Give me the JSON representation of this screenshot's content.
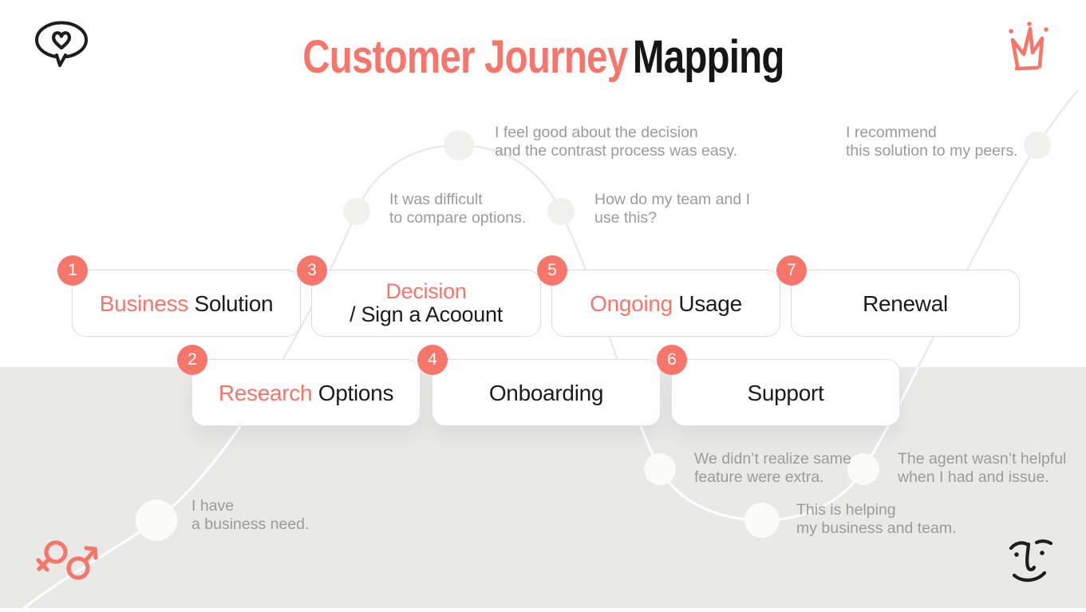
{
  "title": {
    "accent": "Customer Journey",
    "rest": "Mapping"
  },
  "colors": {
    "accent": "#F7766B",
    "text_dark": "#1C1C1A",
    "quote_gray": "#9B9B99",
    "bg_lower": "#E9E9E8",
    "wave_on_white": "#EAEAE8",
    "wave_on_gray": "#FFFFFF"
  },
  "stages": [
    {
      "num": "1",
      "accent": "Business",
      "rest": " Solution"
    },
    {
      "num": "2",
      "accent": "Research",
      "rest": " Options"
    },
    {
      "num": "3",
      "accent": "Decision",
      "rest": "/ Sign a Acoount"
    },
    {
      "num": "4",
      "accent": "",
      "rest": "Onboarding"
    },
    {
      "num": "5",
      "accent": "Ongoing",
      "rest": " Usage"
    },
    {
      "num": "6",
      "accent": "",
      "rest": "Support"
    },
    {
      "num": "7",
      "accent": "",
      "rest": "Renewal"
    }
  ],
  "quotes": {
    "feel_good": "I feel good about the decision\nand the contrast process was easy.",
    "difficult": "It was difficult\nto compare options.",
    "team_use": "How do my team and I\nuse this?",
    "recommend": "I recommend\nthis solution to my peers.",
    "extra": "We didn’t realize same\nfeature were extra.",
    "agent": "The agent wasn’t helpful\nwhen I had and issue.",
    "helping": "This is helping\nmy business and team.",
    "need": "I have\na business need."
  },
  "icons": {
    "top_left": "speech-bubble-heart-icon",
    "top_right": "crown-icon",
    "bottom_left": "gender-symbols-icon",
    "bottom_right": "smiling-face-icon"
  }
}
